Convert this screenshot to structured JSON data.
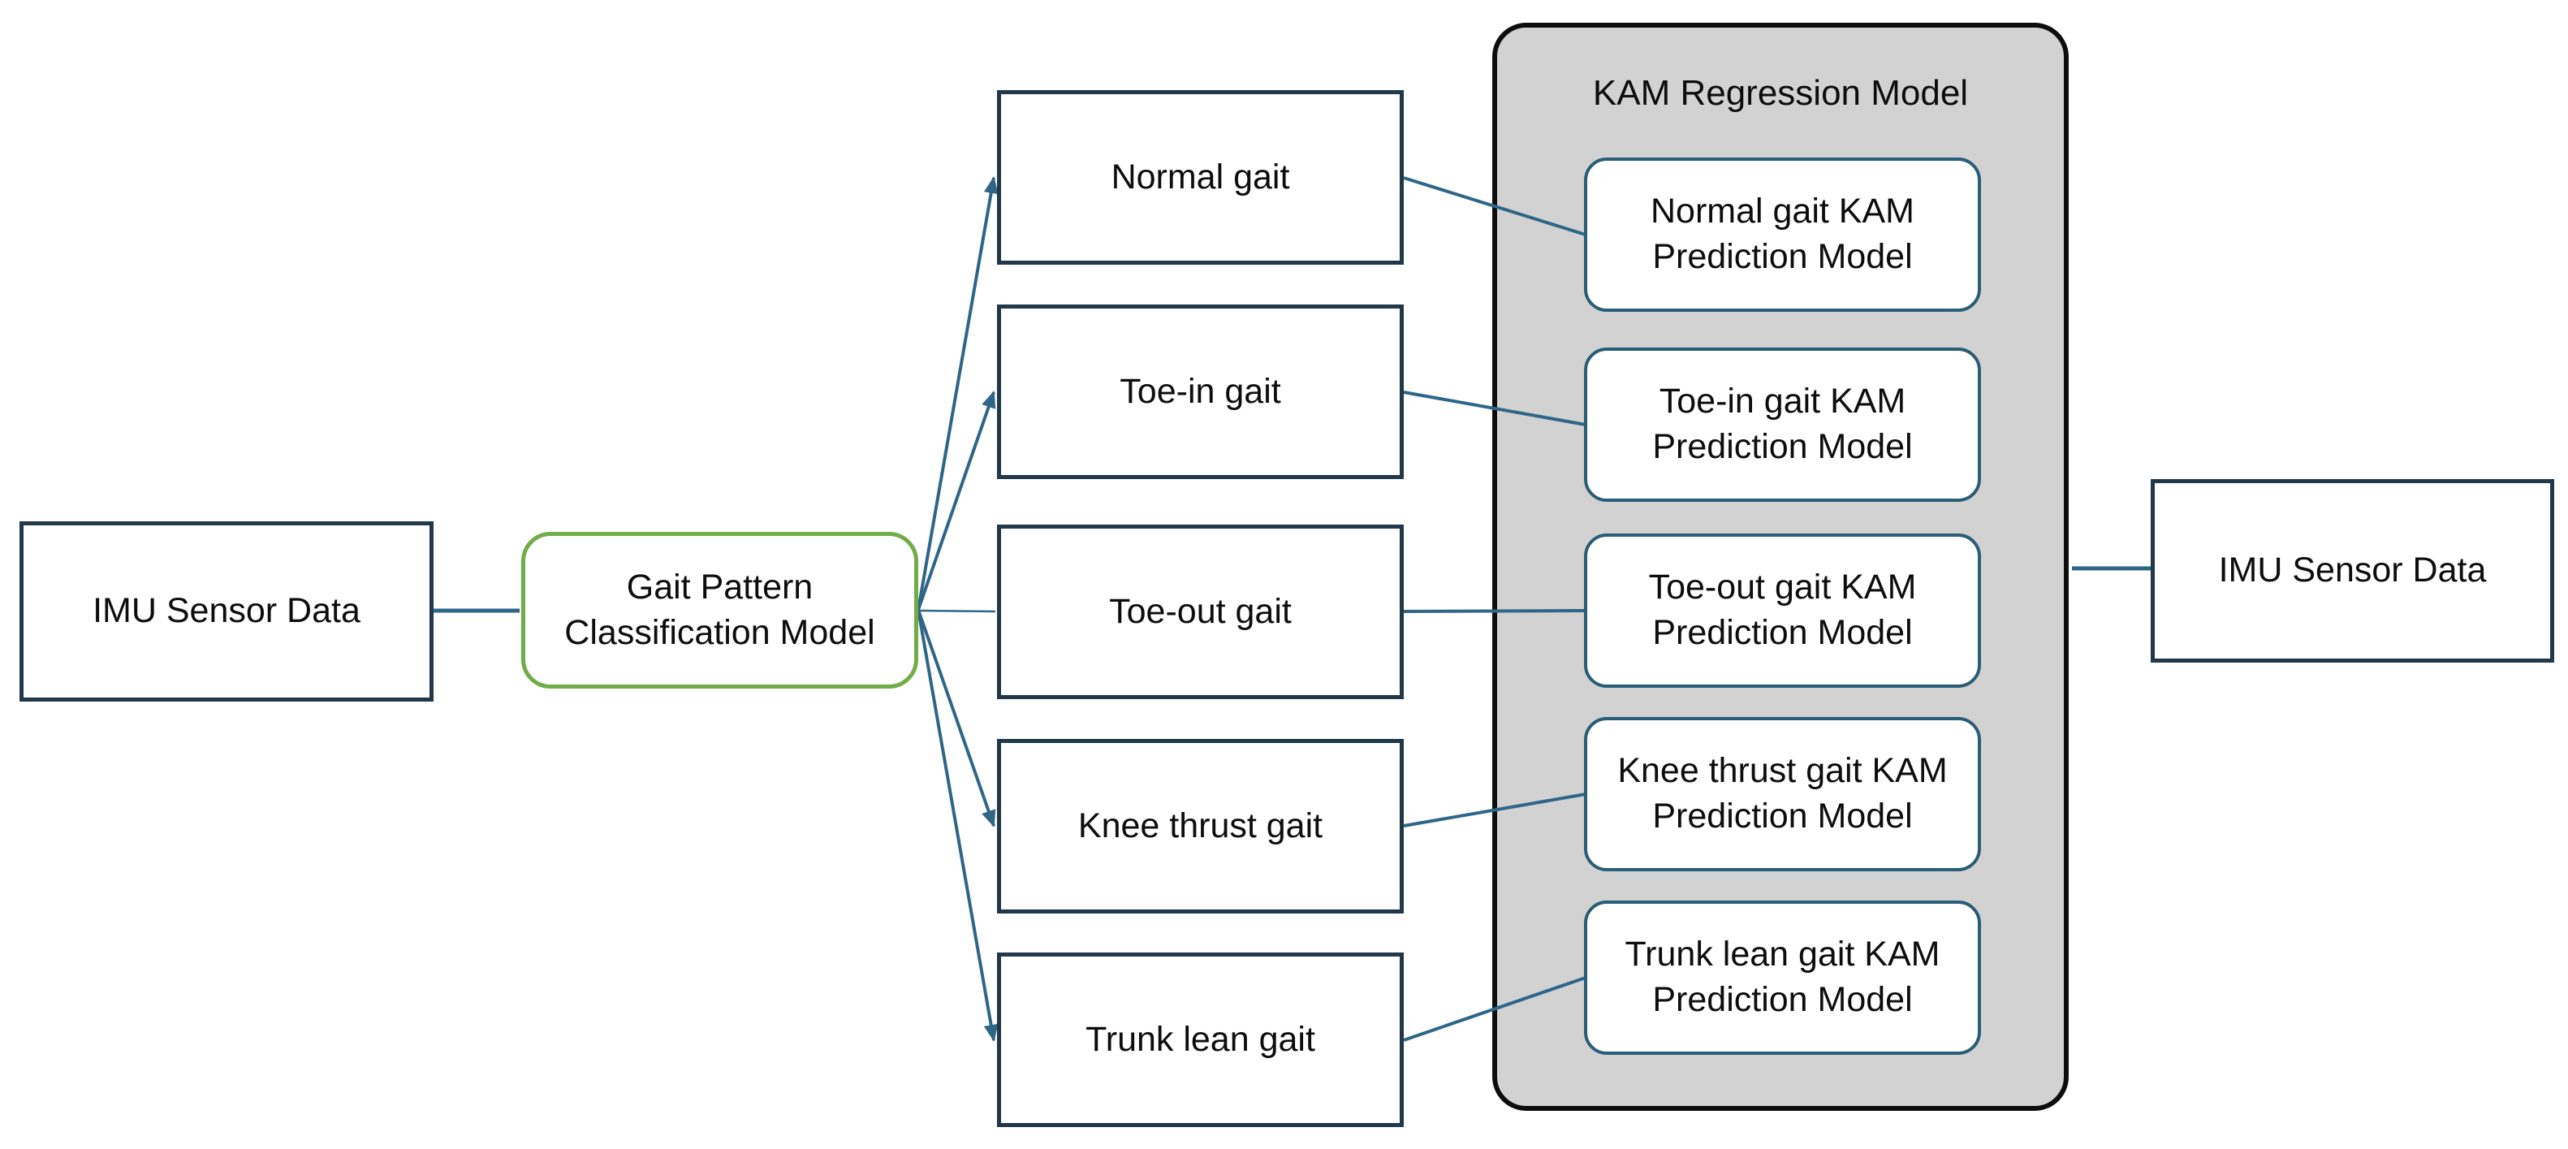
{
  "diagram": {
    "left_input": {
      "label": "IMU Sensor Data"
    },
    "classifier": {
      "label": "Gait Pattern Classification Model"
    },
    "gaits": [
      {
        "label": "Normal gait"
      },
      {
        "label": "Toe-in gait"
      },
      {
        "label": "Toe-out gait"
      },
      {
        "label": "Knee thrust gait"
      },
      {
        "label": "Trunk lean gait"
      }
    ],
    "kam": {
      "title": "KAM Regression Model",
      "models": [
        {
          "label": "Normal gait KAM Prediction Model"
        },
        {
          "label": "Toe-in gait KAM Prediction Model"
        },
        {
          "label": "Toe-out gait KAM Prediction Model"
        },
        {
          "label": "Knee thrust gait KAM Prediction Model"
        },
        {
          "label": "Trunk lean gait KAM Prediction Model"
        }
      ]
    },
    "right_output": {
      "label": "IMU Sensor Data"
    }
  },
  "colors": {
    "navy": "#20384A",
    "steel": "#2F6688",
    "steel_dark": "#2A5D77",
    "green": "#70AD47",
    "container_fill": "#D2D2D2",
    "container_border": "#0D0D0D",
    "text": "#0D0D0D",
    "bg": "#FFFFFF"
  }
}
